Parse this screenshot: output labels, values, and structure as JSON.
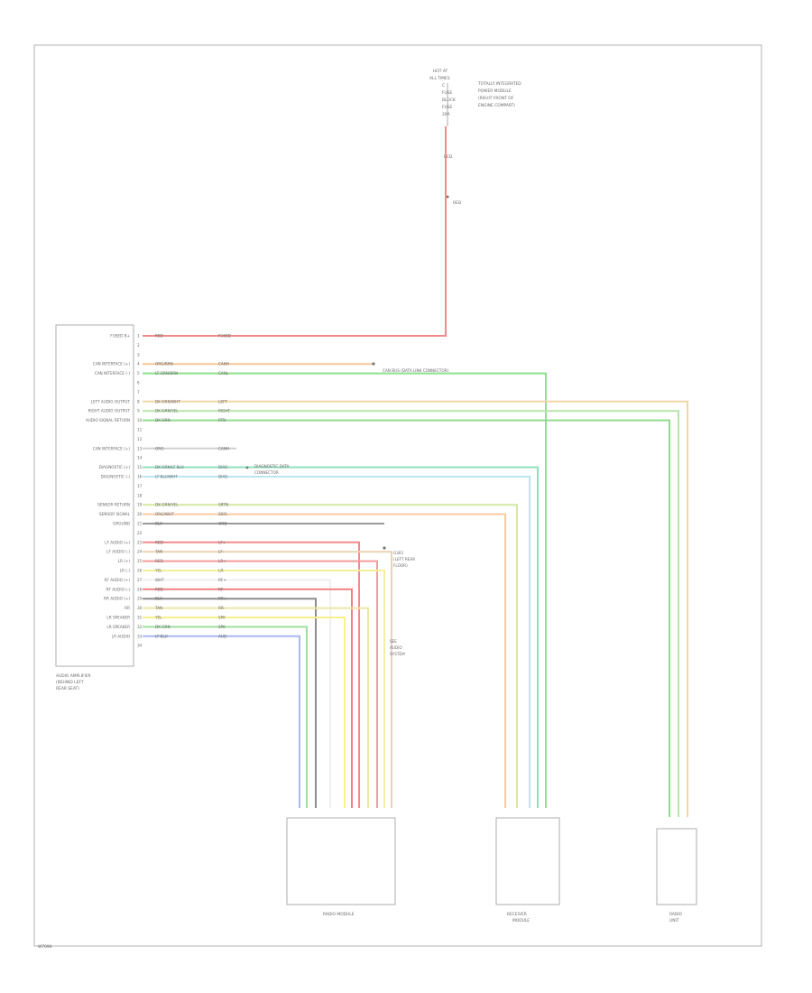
{
  "diagram": {
    "top_connector": {
      "lines": [
        "HOT AT",
        "ALL TIMES",
        "C",
        "FUSE",
        "BLOCK",
        "FUSE",
        "20A"
      ],
      "note": [
        "TOTALLY INTEGRATED",
        "POWER MODULE",
        "(RIGHT FRONT OF",
        "ENGINE COMPART)"
      ],
      "wire_label_1": "RED",
      "wire_label_2": "RED"
    },
    "module": {
      "label_lines": [
        "AUDIO AMPLIFIER",
        "(BEHIND LEFT",
        "REAR SEAT)"
      ],
      "pins": [
        {
          "n": "1",
          "name": "FUSED B+",
          "code": "RED",
          "color_word": "FUSED",
          "wire": "#f08a8a"
        },
        {
          "n": "2",
          "name": "",
          "code": "",
          "color_word": "",
          "wire": ""
        },
        {
          "n": "3",
          "name": "",
          "code": "",
          "color_word": "",
          "wire": ""
        },
        {
          "n": "4",
          "name": "CAN INTERFACE (+)",
          "code": "ORG/BRN",
          "color_word": "CANH",
          "wire": "#f7c79a"
        },
        {
          "n": "5",
          "name": "CAN INTERFACE (-)",
          "code": "LT GRN/BRN",
          "color_word": "CANL",
          "wire": "#8fe08f"
        },
        {
          "n": "6",
          "name": "",
          "code": "",
          "color_word": "",
          "wire": ""
        },
        {
          "n": "7",
          "name": "",
          "code": "",
          "color_word": "",
          "wire": ""
        },
        {
          "n": "8",
          "name": "LEFT AUDIO OUTPUT",
          "code": "DK GRN/WHT",
          "color_word": "LEFT",
          "wire": "#f3d6a6"
        },
        {
          "n": "9",
          "name": "RIGHT AUDIO OUTPUT",
          "code": "DK GRN/YEL",
          "color_word": "RIGHT",
          "wire": "#b6e6a8"
        },
        {
          "n": "10",
          "name": "AUDIO SIGNAL RETURN",
          "code": "DK GRN",
          "color_word": "RTN",
          "wire": "#8fdc8f"
        },
        {
          "n": "11",
          "name": "",
          "code": "",
          "color_word": "",
          "wire": ""
        },
        {
          "n": "12",
          "name": "",
          "code": "",
          "color_word": "",
          "wire": ""
        },
        {
          "n": "13",
          "name": "CAN INTERFACE (+)",
          "code": "ORG",
          "color_word": "CANH",
          "wire": "#cfcfcf"
        },
        {
          "n": "14",
          "name": "",
          "code": "",
          "color_word": "",
          "wire": ""
        },
        {
          "n": "15",
          "name": "DIAGNOSTIC (+)",
          "code": "DK GRN/LT BLU",
          "color_word": "DIAG",
          "wire": "#8fe0bf"
        },
        {
          "n": "16",
          "name": "DIAGNOSTIC (-)",
          "code": "LT BLU/WHT",
          "color_word": "DIAG",
          "wire": "#b9e6f2"
        },
        {
          "n": "17",
          "name": "",
          "code": "",
          "color_word": "",
          "wire": ""
        },
        {
          "n": "18",
          "name": "",
          "code": "",
          "color_word": "",
          "wire": ""
        },
        {
          "n": "19",
          "name": "SENSOR RETURN",
          "code": "DK GRN/YEL",
          "color_word": "SRTN",
          "wire": "#d3e9a3"
        },
        {
          "n": "20",
          "name": "SENSOR SIGNAL",
          "code": "ORG/WHT",
          "color_word": "SSIG",
          "wire": "#f7cba3"
        },
        {
          "n": "21",
          "name": "GROUND",
          "code": "BLK",
          "color_word": "GND",
          "wire": "#9a9a9a"
        },
        {
          "n": "22",
          "name": "",
          "code": "",
          "color_word": "",
          "wire": ""
        },
        {
          "n": "23",
          "name": "LF AUDIO (+)",
          "code": "RED",
          "color_word": "LF+",
          "wire": "#f28a8a"
        },
        {
          "n": "24",
          "name": "LF AUDIO (-)",
          "code": "TAN",
          "color_word": "LF-",
          "wire": "#e9d3b5"
        },
        {
          "n": "25",
          "name": "LR (+)",
          "code": "RED",
          "color_word": "LR+",
          "wire": "#f59b9b"
        },
        {
          "n": "26",
          "name": "LR (-)",
          "code": "YEL",
          "color_word": "LR-",
          "wire": "#f4f09a"
        },
        {
          "n": "27",
          "name": "RF AUDIO (+)",
          "code": "WHT",
          "color_word": "RF+",
          "wire": "#f0f0f0"
        },
        {
          "n": "28",
          "name": "RF AUDIO (-)",
          "code": "RED",
          "color_word": "RF-",
          "wire": "#f28080"
        },
        {
          "n": "29",
          "name": "RR AUDIO (+)",
          "code": "BLK",
          "color_word": "RR+",
          "wire": "#8e8e8e"
        },
        {
          "n": "30",
          "name": "RR",
          "code": "TAN",
          "color_word": "RR-",
          "wire": "#eee6a8"
        },
        {
          "n": "31",
          "name": "LR SPEAKER",
          "code": "YEL",
          "color_word": "SPK",
          "wire": "#f7f08c"
        },
        {
          "n": "32",
          "name": "LR SPEAKER",
          "code": "DK GRN",
          "color_word": "SPK",
          "wire": "#9fe09f"
        },
        {
          "n": "33",
          "name": "LR AUDIO",
          "code": "LT BLU",
          "color_word": "AUD",
          "wire": "#a8b8f0"
        },
        {
          "n": "34",
          "name": "",
          "code": "",
          "color_word": "",
          "wire": ""
        }
      ]
    },
    "annotations": [
      {
        "id": "canbus-note",
        "text": "CAN BUS (DATA LINK CONNECTOR)"
      },
      {
        "id": "diag-note",
        "lines": [
          "DIAGNOSTIC DATA",
          "CONNECTOR"
        ]
      },
      {
        "id": "ground-note",
        "lines": [
          "G301",
          "(LEFT REAR",
          "FLOOR)"
        ]
      },
      {
        "id": "speaker-note",
        "lines": [
          "SEE",
          "AUDIO",
          "SYSTEM"
        ]
      }
    ],
    "bottom_connectors": [
      {
        "id": "radio",
        "label": "RADIO MODULE"
      },
      {
        "id": "right-conn",
        "label_lines": [
          "RECEIVER",
          "MODULE"
        ]
      },
      {
        "id": "far-right",
        "label_lines": [
          "RADIO",
          "UNIT"
        ]
      }
    ],
    "footer_code": "W7096"
  }
}
